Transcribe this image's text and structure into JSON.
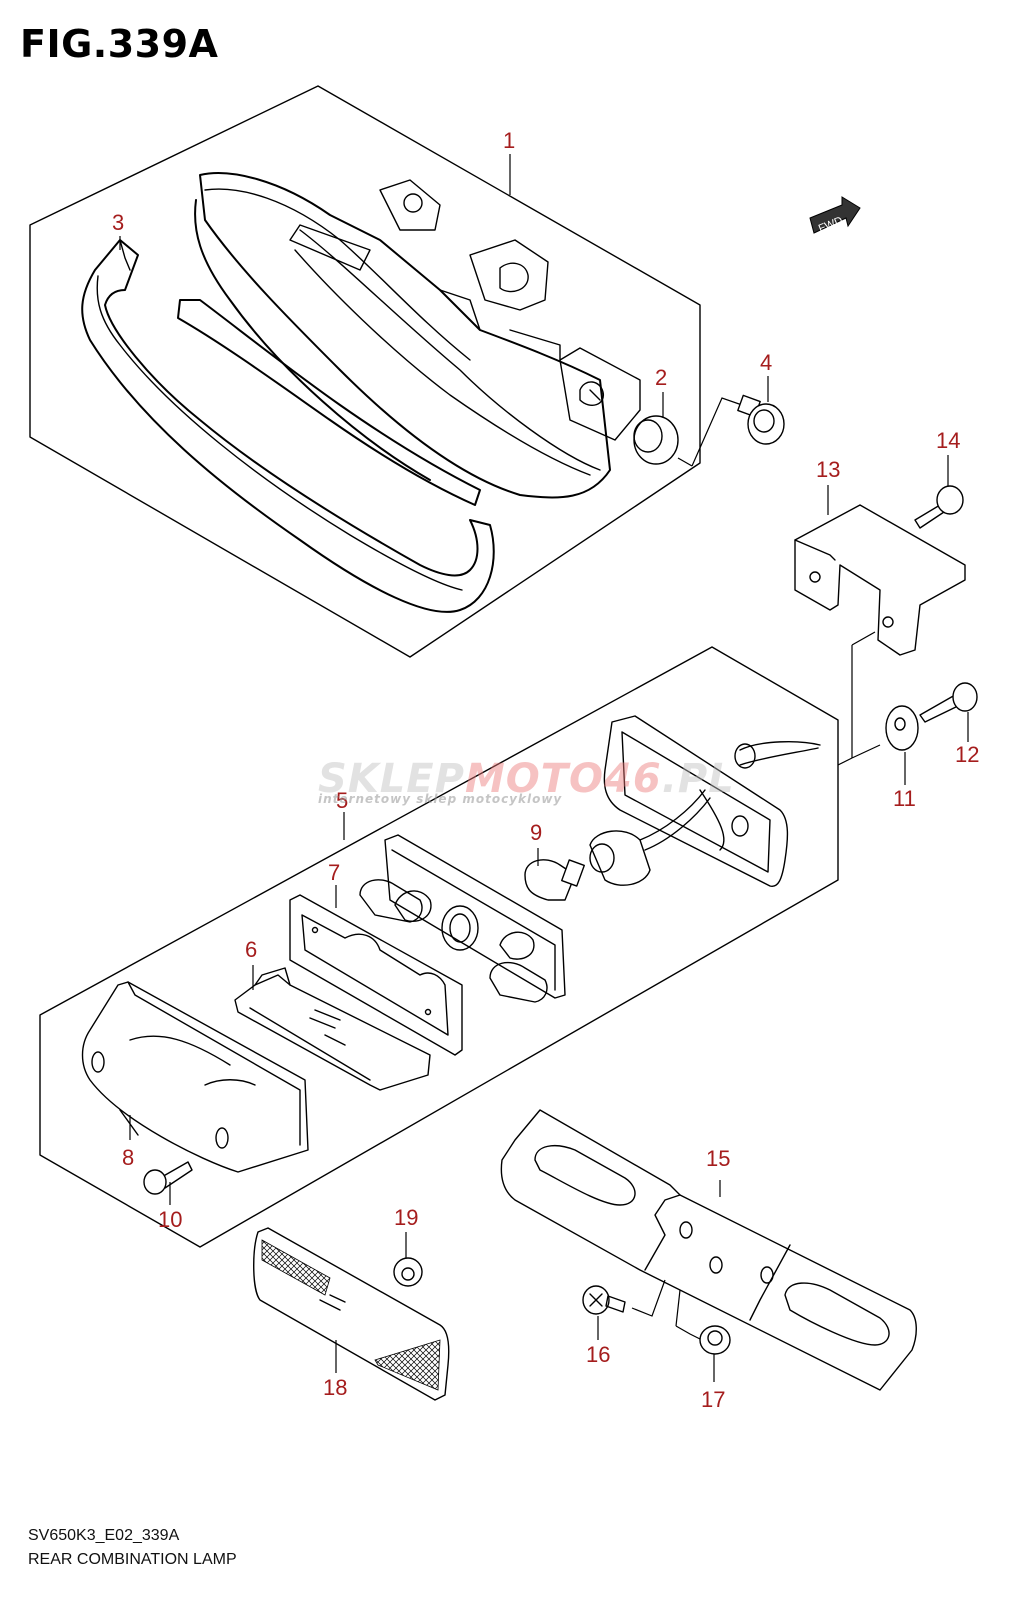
{
  "figure": {
    "title": "FIG.339A",
    "model_code": "SV650K3_E02_339A",
    "caption": "REAR COMBINATION LAMP",
    "fwd_label": "FWD"
  },
  "watermark": {
    "brand_a": "SKLEP",
    "brand_b": "MOTO46",
    "brand_c": ".PL",
    "tagline": "internetowy sklep motocyklowy"
  },
  "callouts": [
    "1",
    "2",
    "3",
    "4",
    "5",
    "6",
    "7",
    "8",
    "9",
    "10",
    "11",
    "12",
    "13",
    "14",
    "15",
    "16",
    "17",
    "18",
    "19"
  ],
  "colors": {
    "callout": "#a51d1d",
    "line": "#000000"
  }
}
